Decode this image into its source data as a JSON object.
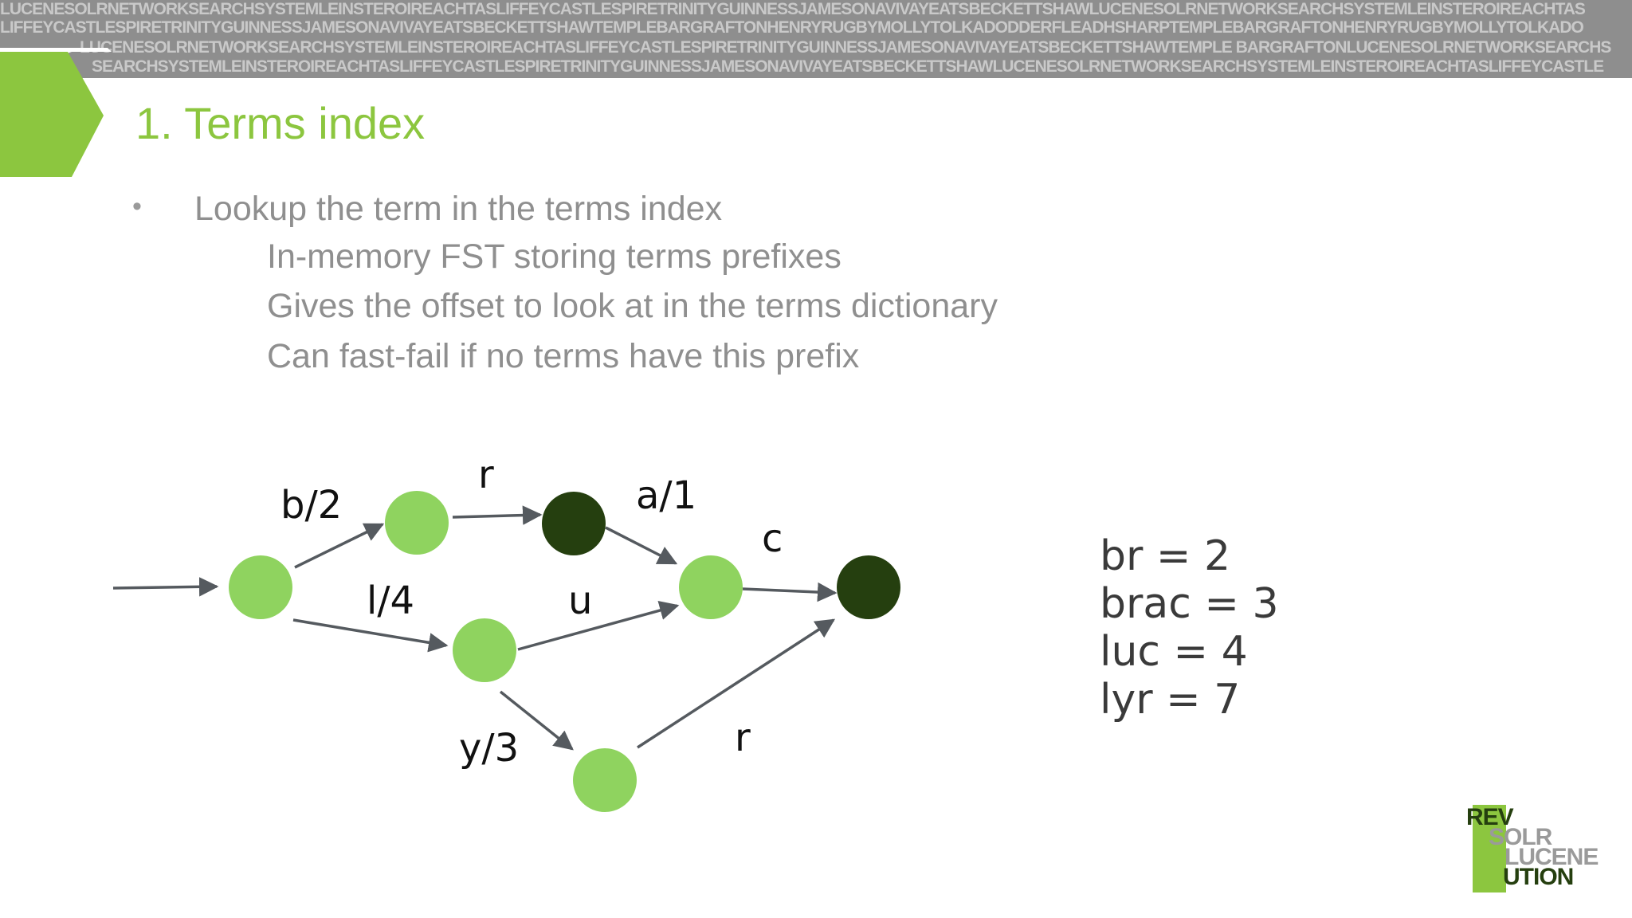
{
  "header_band": {
    "lines": [
      "LUCENESOLRNETWORKSEARCHSYSTEMLEINSTEROIREACHTASLIFFEYCASTLESPIRETRINITYGUINNESSJAMESONAVIVAYEATSBECKETTSHAWLUCENESOLRNETWORKSEARCHSYSTEMLEINSTEROIREACHTAS",
      "LIFFEYCASTLESPIRETRINITYGUINNESSJAMESONAVIVAYEATSBECKETTSHAWTEMPLEBARGRAFTONHENRYRUGBYMOLLYTOLKADODDERFLEADHSHARPTEMPLEBARGRAFTONHENRYRUGBYMOLLYTOLKADO",
      "LUCENESOLRNETWORKSEARCHSYSTEMLEINSTEROIREACHTASLIFFEYCASTLESPIRETRINITYGUINNESSJAMESONAVIVAYEATSBECKETTSHAWTEMPLE BARGRAFTONLUCENESOLRNETWORKSEARCHS",
      "SEARCHSYSTEMLEINSTEROIREACHTASLIFFEYCASTLESPIRETRINITYGUINNESSJAMESONAVIVAYEATSBECKETTSHAWLUCENESOLRNETWORKSEARCHSYSTEMLEINSTEROIREACHTASLIFFEYCASTLE"
    ]
  },
  "slide": {
    "title": "1. Terms index",
    "bullet": "•",
    "main_point": "Lookup the term in the terms index",
    "sub_points": [
      "In-memory FST storing terms prefixes",
      "Gives the offset to look at in the terms dictionary",
      "Can fast-fail if no terms have this prefix"
    ]
  },
  "diagram": {
    "edge_labels": [
      "b/2",
      "r",
      "a/1",
      "c",
      "l/4",
      "u",
      "y/3",
      "r"
    ],
    "colors": {
      "state": "#8fd35f",
      "final_state": "#253f0f",
      "edge": "#555a5f",
      "accent": "#8cc63f"
    }
  },
  "legend": {
    "entries": [
      "br = 2",
      "brac = 3",
      "luc = 4",
      "lyr = 7"
    ]
  },
  "logo": {
    "lines": [
      "REV",
      "SOLR",
      "LUCENE",
      "UTION"
    ]
  }
}
